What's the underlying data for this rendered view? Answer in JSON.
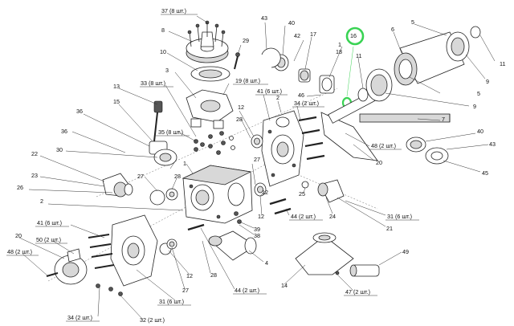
{
  "highlight_color": "#39d353",
  "callouts": [
    {
      "id": "c-37",
      "text": "37 (8 шт.)"
    },
    {
      "id": "c-8",
      "text": "8"
    },
    {
      "id": "c-10",
      "text": "10"
    },
    {
      "id": "c-29",
      "text": "29"
    },
    {
      "id": "c-43a",
      "text": "43"
    },
    {
      "id": "c-40a",
      "text": "40"
    },
    {
      "id": "c-42",
      "text": "42"
    },
    {
      "id": "c-17",
      "text": "17"
    },
    {
      "id": "c-16",
      "text": "16"
    },
    {
      "id": "c-6",
      "text": "6"
    },
    {
      "id": "c-5a",
      "text": "5"
    },
    {
      "id": "c-1a",
      "text": "1"
    },
    {
      "id": "c-18",
      "text": "18"
    },
    {
      "id": "c-11a",
      "text": "11"
    },
    {
      "id": "c-11b",
      "text": "11"
    },
    {
      "id": "c-9a",
      "text": "9"
    },
    {
      "id": "c-5b",
      "text": "5"
    },
    {
      "id": "c-9b",
      "text": "9"
    },
    {
      "id": "c-3",
      "text": "3"
    },
    {
      "id": "c-19",
      "text": "19 (8 шт.)"
    },
    {
      "id": "c-13",
      "text": "13"
    },
    {
      "id": "c-33",
      "text": "33 (8 шт.)"
    },
    {
      "id": "c-41a",
      "text": "41 (6 шт.)"
    },
    {
      "id": "c-2a",
      "text": "2"
    },
    {
      "id": "c-34a",
      "text": "34 (2 шт.)"
    },
    {
      "id": "c-46",
      "text": "46"
    },
    {
      "id": "c-15",
      "text": "15"
    },
    {
      "id": "c-12a",
      "text": "12"
    },
    {
      "id": "c-7",
      "text": "7"
    },
    {
      "id": "c-36a",
      "text": "36"
    },
    {
      "id": "c-35",
      "text": "35 (8 шт.)"
    },
    {
      "id": "c-28a",
      "text": "28"
    },
    {
      "id": "c-48a",
      "text": "48 (2 шт.)"
    },
    {
      "id": "c-40b",
      "text": "40"
    },
    {
      "id": "c-43b",
      "text": "43"
    },
    {
      "id": "c-36b",
      "text": "36"
    },
    {
      "id": "c-22",
      "text": "22"
    },
    {
      "id": "c-30",
      "text": "30"
    },
    {
      "id": "c-27a",
      "text": "27"
    },
    {
      "id": "c-20a",
      "text": "20"
    },
    {
      "id": "c-1b",
      "text": "1"
    },
    {
      "id": "c-45",
      "text": "45"
    },
    {
      "id": "c-23",
      "text": "23"
    },
    {
      "id": "c-27b",
      "text": "27"
    },
    {
      "id": "c-28b",
      "text": "28"
    },
    {
      "id": "c-26",
      "text": "26"
    },
    {
      "id": "c-25",
      "text": "25"
    },
    {
      "id": "c-12b",
      "text": "12"
    },
    {
      "id": "c-2b",
      "text": "2"
    },
    {
      "id": "c-12c",
      "text": "12"
    },
    {
      "id": "c-44a",
      "text": "44 (2 шт.)"
    },
    {
      "id": "c-24",
      "text": "24"
    },
    {
      "id": "c-31a",
      "text": "31 (6 шт.)"
    },
    {
      "id": "c-39",
      "text": "39"
    },
    {
      "id": "c-38",
      "text": "38"
    },
    {
      "id": "c-21",
      "text": "21"
    },
    {
      "id": "c-41b",
      "text": "41 (6 шт.)"
    },
    {
      "id": "c-20b",
      "text": "20"
    },
    {
      "id": "c-50",
      "text": "50 (2 шт.)"
    },
    {
      "id": "c-48b",
      "text": "48 (2 шт.)"
    },
    {
      "id": "c-4",
      "text": "4"
    },
    {
      "id": "c-49",
      "text": "49"
    },
    {
      "id": "c-12d",
      "text": "12"
    },
    {
      "id": "c-28c",
      "text": "28"
    },
    {
      "id": "c-27c",
      "text": "27"
    },
    {
      "id": "c-14",
      "text": "14"
    },
    {
      "id": "c-31b",
      "text": "31 (6 шт.)"
    },
    {
      "id": "c-44b",
      "text": "44 (2 шт.)"
    },
    {
      "id": "c-47",
      "text": "47 (2 шт.)"
    },
    {
      "id": "c-34b",
      "text": "34 (2 шт.)"
    },
    {
      "id": "c-32",
      "text": "32 (2 шт.)"
    }
  ]
}
